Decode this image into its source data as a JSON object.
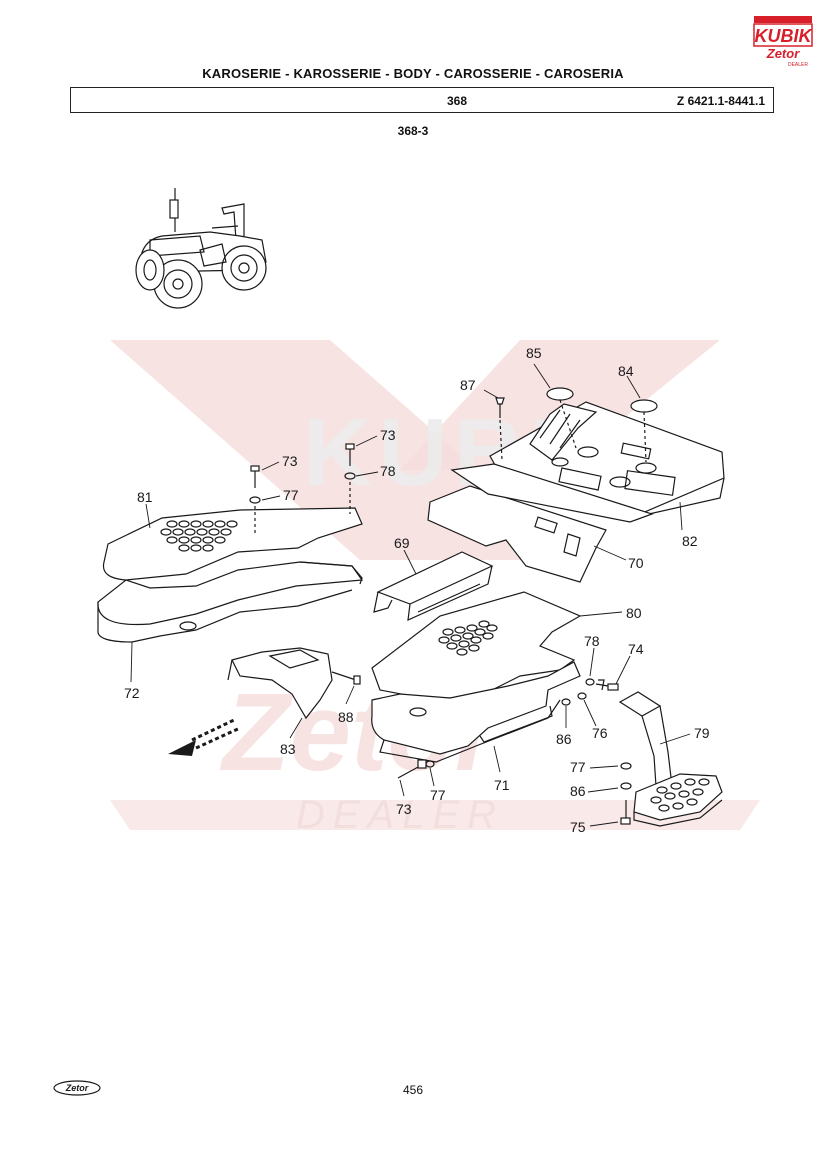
{
  "header": {
    "title": "KAROSERIE - KAROSSERIE - BODY - CAROSSERIE - CAROSERIA",
    "section": "368",
    "model_range": "Z 6421.1-8441.1",
    "subsection": "368-3"
  },
  "logos": {
    "brand_top": "KUBIK",
    "brand_sub": "Zetor",
    "brand_dealer": "DEALER",
    "footer_logo": "Zetor"
  },
  "watermark": {
    "brand": "KUBIK",
    "line2": "Zetor",
    "line3": "DEALER"
  },
  "callouts": {
    "c69": "69",
    "c70": "70",
    "c71": "71",
    "c72": "72",
    "c73a": "73",
    "c73b": "73",
    "c73c": "73",
    "c74": "74",
    "c75": "75",
    "c76": "76",
    "c77a": "77",
    "c77b": "77",
    "c77c": "77",
    "c78a": "78",
    "c78b": "78",
    "c79": "79",
    "c80": "80",
    "c81": "81",
    "c82": "82",
    "c83": "83",
    "c84": "84",
    "c85": "85",
    "c86a": "86",
    "c86b": "86",
    "c87": "87",
    "c88": "88"
  },
  "colors": {
    "logo_red": "#d8202a",
    "watermark_red": "#f6dcdc",
    "watermark_gray": "#ececec",
    "line": "#1a1a1a"
  },
  "footer": {
    "page_number": "456"
  }
}
